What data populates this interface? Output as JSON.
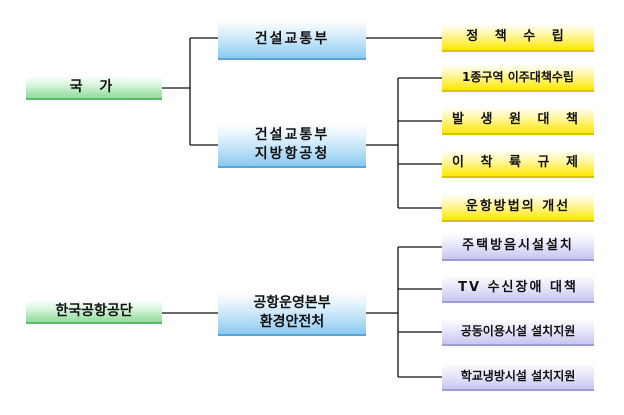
{
  "nodes": {
    "state": "국 가",
    "moct": "건설교통부",
    "regional_office_line1": "건설교통부",
    "regional_office_line2": "지방항공청",
    "policy": "정 책 수 립",
    "relocation": "1종구역 이주대책수립",
    "source_measures": "발 생 원 대 책",
    "takeoff_regulation": "이 착 륙 규 제",
    "operation_improvement": "운항방법의 개선",
    "airport_corp": "한국공항공단",
    "ops_hq_line1": "공항운영본부",
    "ops_hq_line2": "환경안전처",
    "soundproofing": "주택방음시설설치",
    "tv_measures": "TV 수신장애 대책",
    "public_facilities": "공동이용시설 설치지원",
    "school_cooling": "학교냉방시설 설치지원"
  },
  "colors": {
    "line": "#111111",
    "green": "#8fdc98",
    "blue": "#8ccaf0",
    "yellow": "#ffe800",
    "lavender": "#c6c6f0"
  }
}
